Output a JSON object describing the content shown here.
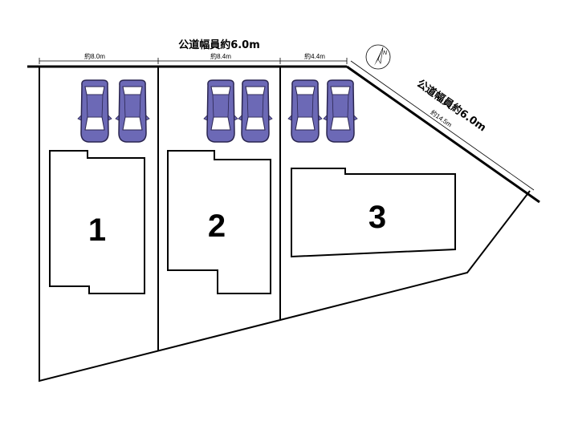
{
  "roads": {
    "top_road_label": "公道幅員約6.0m",
    "diagonal_road_label": "公道幅員約6.0m"
  },
  "frontage": {
    "lot1": "約8.0m",
    "lot2": "約8.4m",
    "lot3": "約4.4m",
    "diagonal": "約14.5m"
  },
  "compass": {
    "north_label": "N"
  },
  "lots": [
    {
      "number": "1"
    },
    {
      "number": "2"
    },
    {
      "number": "3"
    }
  ],
  "colors": {
    "car_body": "#6c69b6",
    "car_outline": "#2a2550",
    "car_glass": "#ffffff",
    "line": "#000000"
  }
}
